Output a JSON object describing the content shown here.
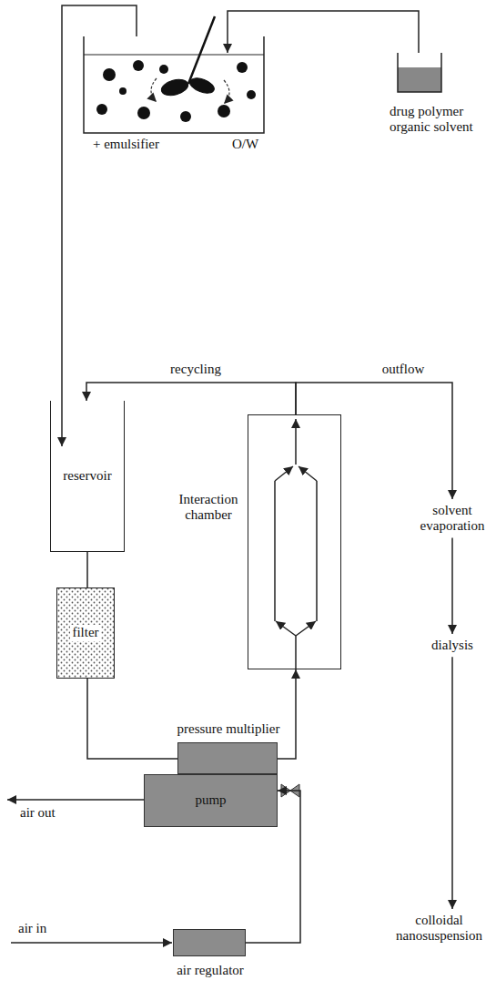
{
  "diagram": {
    "nodes": [
      {
        "text": [
          "+ emulsifier",
          "O/W"
        ]
      },
      {
        "text": [
          "drug polymer organic solvent"
        ]
      },
      {
        "text": [
          "reservoir"
        ]
      },
      {
        "text": [
          "Interaction chamber"
        ]
      },
      {
        "text": [
          "solvent evaporation"
        ]
      },
      {
        "text": [
          "filter"
        ]
      },
      {
        "text": [
          "dialysis"
        ]
      },
      {
        "text": [
          "pressure multiplier"
        ]
      },
      {
        "text": [
          "pump"
        ]
      },
      {
        "text": [
          "colloidal nanosuspension"
        ]
      },
      {
        "text": [
          "air regulator"
        ]
      }
    ],
    "edges": [
      {
        "from": 1,
        "to": 0,
        "arrow": "to"
      },
      {
        "from": 0,
        "to": 2,
        "arrow": "to"
      },
      {
        "from": 2,
        "to": 5,
        "arrow": "none"
      },
      {
        "from": 5,
        "to": 7,
        "arrow": "none"
      },
      {
        "from": 7,
        "to": 3,
        "arrow": "to"
      },
      {
        "from": 3,
        "to": 2,
        "label": "recycling",
        "arrow": "to"
      },
      {
        "from": 3,
        "to": 4,
        "label": "outflow",
        "arrow": "to"
      },
      {
        "from": 4,
        "to": 6,
        "arrow": "to"
      },
      {
        "from": 6,
        "to": 9,
        "arrow": "to"
      },
      {
        "from": 10,
        "to": 8,
        "arrow": "to"
      }
    ],
    "labels": [
      "air out",
      "air in"
    ]
  }
}
